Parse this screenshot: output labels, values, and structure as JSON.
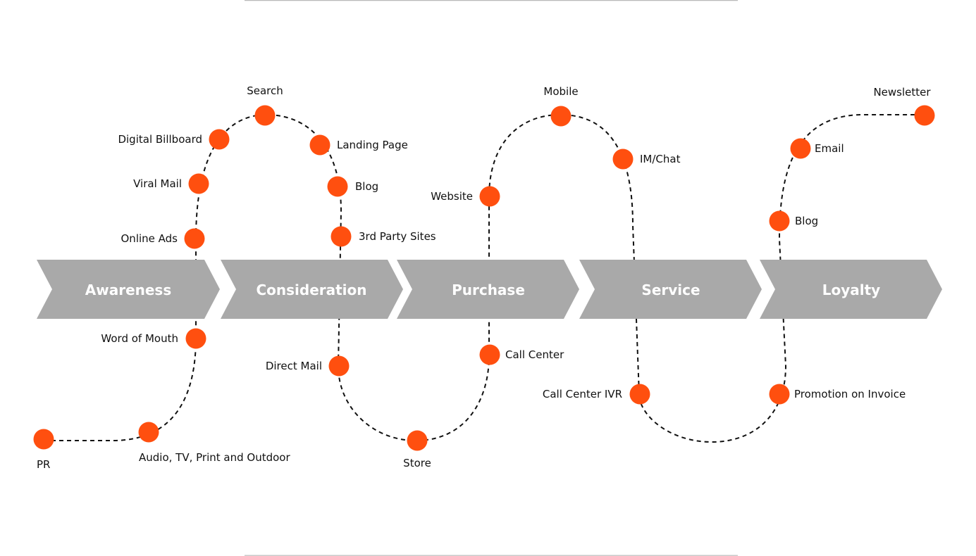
{
  "stages": [
    {
      "label": "Awareness"
    },
    {
      "label": "Consideration"
    },
    {
      "label": "Purchase"
    },
    {
      "label": "Service"
    },
    {
      "label": "Loyalty"
    }
  ],
  "touchpoints": [
    {
      "id": "pr",
      "label": "PR"
    },
    {
      "id": "audio-tv-print-outdoor",
      "label": "Audio, TV, Print and Outdoor"
    },
    {
      "id": "word-of-mouth",
      "label": "Word of Mouth"
    },
    {
      "id": "online-ads",
      "label": "Online Ads"
    },
    {
      "id": "viral-mail",
      "label": "Viral Mail"
    },
    {
      "id": "digital-billboard",
      "label": "Digital Billboard"
    },
    {
      "id": "search",
      "label": "Search"
    },
    {
      "id": "landing-page",
      "label": "Landing Page"
    },
    {
      "id": "blog-consideration",
      "label": "Blog"
    },
    {
      "id": "third-party-sites",
      "label": "3rd Party Sites"
    },
    {
      "id": "direct-mail",
      "label": "Direct Mail"
    },
    {
      "id": "store",
      "label": "Store"
    },
    {
      "id": "call-center",
      "label": "Call Center"
    },
    {
      "id": "website",
      "label": "Website"
    },
    {
      "id": "mobile",
      "label": "Mobile"
    },
    {
      "id": "im-chat",
      "label": "IM/Chat"
    },
    {
      "id": "call-center-ivr",
      "label": "Call Center IVR"
    },
    {
      "id": "promotion-on-invoice",
      "label": "Promotion on Invoice"
    },
    {
      "id": "blog-loyalty",
      "label": "Blog"
    },
    {
      "id": "email",
      "label": "Email"
    },
    {
      "id": "newsletter",
      "label": "Newsletter"
    }
  ],
  "colors": {
    "stage_fill": "#a9a9a9",
    "stage_text": "#ffffff",
    "touchpoint": "#ff4f0f",
    "path": "#111111"
  }
}
